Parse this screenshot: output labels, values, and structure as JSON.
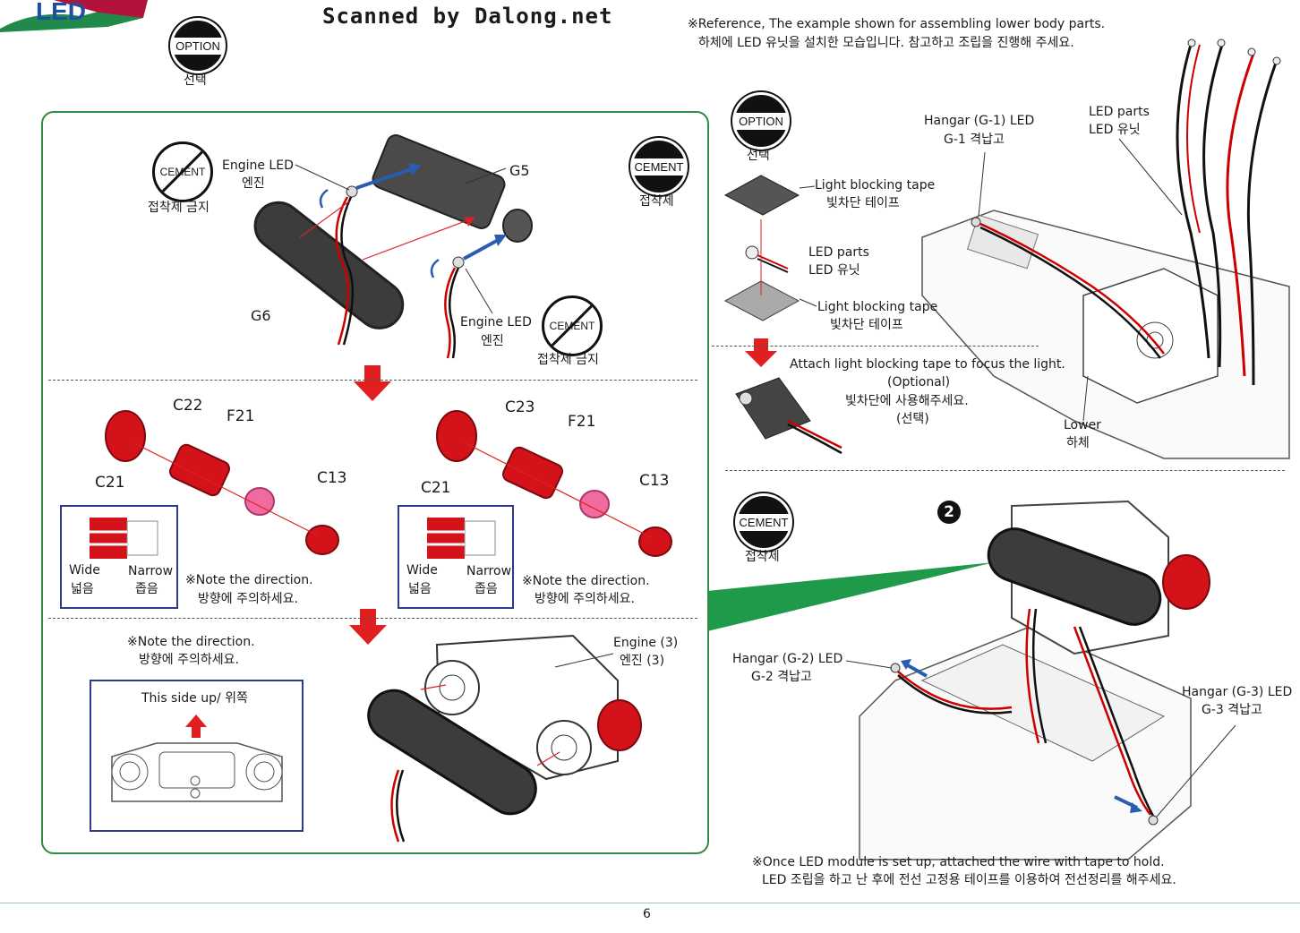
{
  "header": {
    "logo_text": "LED",
    "scanned_by": "Scanned by Dalong.net",
    "reference_note_en": "※Reference, The example shown for assembling lower body parts.",
    "reference_note_ko": "하체에 LED 유닛을 설치한 모습입니다. 참고하고 조립을 진행해 주세요."
  },
  "badges": {
    "option_label": "OPTION",
    "option_ko": "선택",
    "cement_label": "CEMENT",
    "cement_ko": "접착제",
    "no_cement_ko": "접착제 금지"
  },
  "left_panel": {
    "step1": {
      "engine_led_en": "Engine LED",
      "engine_led_ko": "엔진",
      "part_g5": "G5",
      "part_g6": "G6"
    },
    "step2": {
      "parts": [
        "C22",
        "F21",
        "C21",
        "C13",
        "C23",
        "F21",
        "C21",
        "C13"
      ],
      "wide_en": "Wide",
      "wide_ko": "넓음",
      "narrow_en": "Narrow",
      "narrow_ko": "좁음",
      "note_en": "※Note the direction.",
      "note_ko": "방향에 주의하세요."
    },
    "step3": {
      "note_en": "※Note the direction.",
      "note_ko": "방향에 주의하세요.",
      "side_up": "This side up/ 위쪽",
      "engine3_en": "Engine (3)",
      "engine3_ko": "엔진 (3)"
    }
  },
  "right_panel": {
    "hangar_g1_en": "Hangar (G-1) LED",
    "hangar_g1_ko": "G-1 격납고",
    "led_parts_en": "LED parts",
    "led_parts_ko": "LED 유닛",
    "tape_en": "Light blocking tape",
    "tape_ko": "빛차단 테이프",
    "attach_en": "Attach light blocking tape to focus the light.",
    "attach_opt": "(Optional)",
    "attach_ko": "빛차단에 사용해주세요.",
    "attach_opt_ko": "(선택)",
    "lower_en": "Lower",
    "lower_ko": "하체",
    "step_number": "2",
    "hangar_g2_en": "Hangar (G-2) LED",
    "hangar_g2_ko": "G-2 격납고",
    "hangar_g3_en": "Hangar (G-3) LED",
    "hangar_g3_ko": "G-3 격납고",
    "footer_en": "※Once LED module is set up, attached the wire with tape to hold.",
    "footer_ko": "LED 조립을 하고 난 후에 전선 고정용 테이프를 이용하여 전선정리를 해주세요."
  },
  "page_number": "6",
  "colors": {
    "frame_green": "#2e8b3f",
    "part_red": "#d4121a",
    "arrow_red": "#e02020",
    "box_blue": "#2b3a8c",
    "tape_gray": "#444444"
  }
}
